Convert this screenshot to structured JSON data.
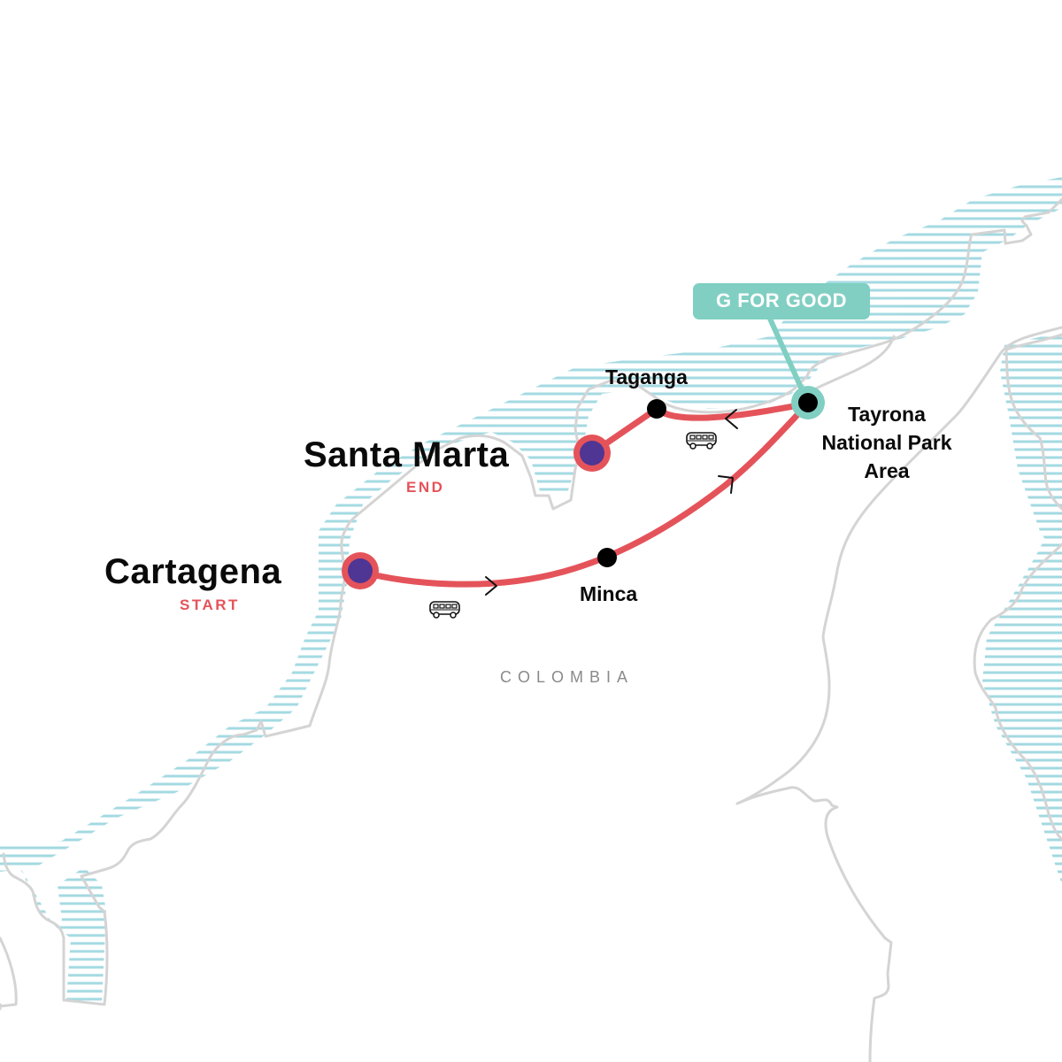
{
  "map": {
    "country_label": "COLOMBIA",
    "colors": {
      "route": "#e5535a",
      "start_end_fill": "#4f3594",
      "stop_dot": "#000000",
      "highlight": "#80cfc2",
      "coastline": "#d4d4d4",
      "water_hatch": "#9fd8e0",
      "country_label": "#8a8a8a"
    }
  },
  "locations": {
    "cartagena": {
      "name": "Cartagena",
      "tag": "START",
      "type": "start"
    },
    "santa_marta": {
      "name": "Santa Marta",
      "tag": "END",
      "type": "end"
    },
    "taganga": {
      "name": "Taganga",
      "type": "stop"
    },
    "minca": {
      "name": "Minca",
      "type": "stop"
    },
    "tayrona": {
      "name_line1": "Tayrona",
      "name_line2": "National Park",
      "name_line3": "Area",
      "type": "highlight-stop"
    }
  },
  "badge": {
    "text": "G FOR GOOD"
  },
  "transport": [
    {
      "segment": "Cartagena → Minca",
      "mode": "bus-icon"
    },
    {
      "segment": "Tayrona → Taganga",
      "mode": "bus-icon"
    }
  ],
  "route_order": [
    "Cartagena",
    "Minca",
    "Tayrona National Park Area",
    "Taganga",
    "Santa Marta"
  ]
}
